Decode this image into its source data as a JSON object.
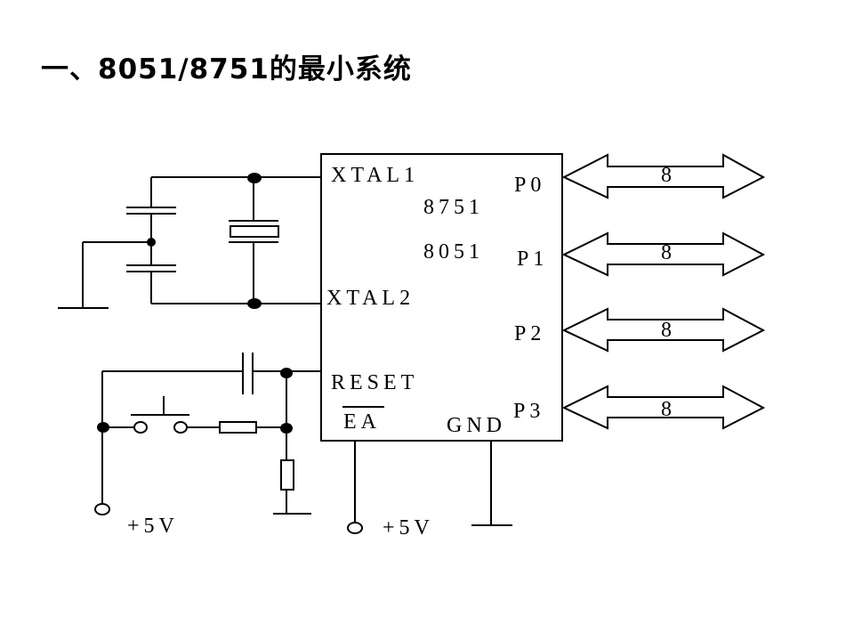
{
  "title": "一、8051/8751的最小系统",
  "chip": {
    "pins": {
      "xtal1": "XTAL1",
      "xtal2": "XTAL2",
      "reset": "RESET",
      "ea": "EA",
      "gnd": "GND"
    },
    "models": [
      "8751",
      "8051"
    ]
  },
  "ports": [
    {
      "name": "P0",
      "width": "8"
    },
    {
      "name": "P1",
      "width": "8"
    },
    {
      "name": "P2",
      "width": "8"
    },
    {
      "name": "P3",
      "width": "8"
    }
  ],
  "supply": {
    "reset_circuit": "+5V",
    "ea": "+5V"
  }
}
